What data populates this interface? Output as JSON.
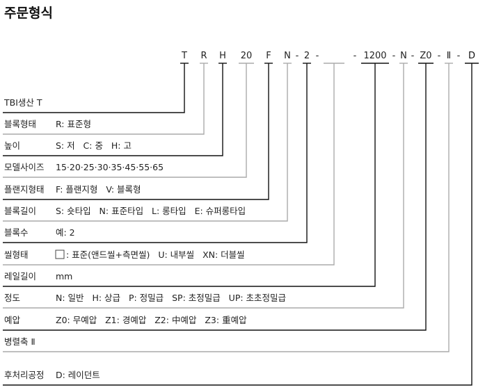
{
  "title": "주문형식",
  "code": [
    {
      "text": "T",
      "color": "#222222"
    },
    {
      "text": "R",
      "color": "#222222"
    },
    {
      "text": "H",
      "color": "#222222"
    },
    {
      "text": "20",
      "color": "#222222"
    },
    {
      "text": "F",
      "color": "#222222"
    },
    {
      "text": "N",
      "color": "#222222"
    },
    {
      "text": "-",
      "color": "#222222"
    },
    {
      "text": "2",
      "color": "#222222"
    },
    {
      "text": "-",
      "color": "#222222"
    },
    {
      "text": "",
      "color": "#222222"
    },
    {
      "text": "-",
      "color": "#222222"
    },
    {
      "text": "1200",
      "color": "#222222"
    },
    {
      "text": "-",
      "color": "#222222"
    },
    {
      "text": "N",
      "color": "#222222"
    },
    {
      "text": "-",
      "color": "#222222"
    },
    {
      "text": "Z0",
      "color": "#222222"
    },
    {
      "text": "-",
      "color": "#222222"
    },
    {
      "text": "Ⅱ",
      "color": "#222222"
    },
    {
      "text": "-",
      "color": "#222222"
    },
    {
      "text": "D",
      "color": "#111111"
    }
  ],
  "rows": [
    {
      "label": "TBI생산 T",
      "value": "",
      "line_color": "#111111"
    },
    {
      "label": "블록형태",
      "value": "R: 표준형",
      "line_color": "#aaaaaa"
    },
    {
      "label": "높이",
      "value": "S: 저   C: 중   H: 고",
      "line_color": "#111111"
    },
    {
      "label": "모델사이즈",
      "value": "15·20·25·30·35·45·55·65",
      "line_color": "#aaaaaa"
    },
    {
      "label": "플랜지형태",
      "value": "F: 플랜지형   V: 블록형",
      "line_color": "#111111"
    },
    {
      "label": "블록길이",
      "value": "S: 숏타입   N: 표준타입   L: 롱타입   E: 슈퍼롱타입",
      "line_color": "#aaaaaa"
    },
    {
      "label": "블록수",
      "value": "예: 2",
      "line_color": "#111111"
    },
    {
      "label": "씰형태",
      "value": ": 표준(앤드씰+측면씰)   U: 내부씰   XN: 더블씰",
      "line_color": "#aaaaaa"
    },
    {
      "label": "레일길이",
      "value": "mm",
      "line_color": "#111111"
    },
    {
      "label": "정도",
      "value": "N: 일반   H: 상급   P: 정밀급   SP: 초정밀급   UP: 초초정밀급",
      "line_color": "#aaaaaa"
    },
    {
      "label": "예압",
      "value": "Z0: 무예압   Z1: 경예압   Z2: 中예압   Z3: 重예압",
      "line_color": "#111111"
    },
    {
      "label": "병렬축 Ⅱ",
      "value": "",
      "line_color": "#aaaaaa"
    },
    {
      "label": "후처리공정",
      "value": "D: 레이던트",
      "line_color": "#111111"
    }
  ]
}
